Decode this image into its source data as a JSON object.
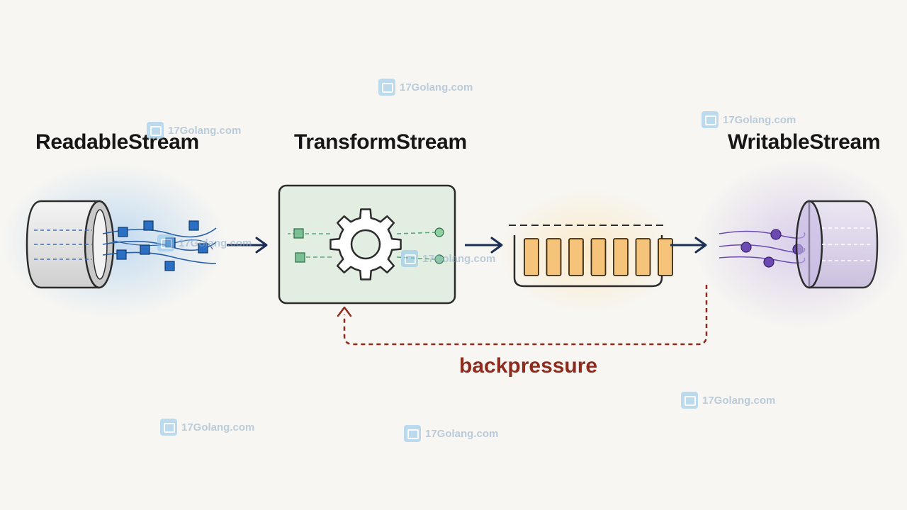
{
  "diagram": {
    "stages": [
      {
        "id": "readable",
        "title": "ReadableStream"
      },
      {
        "id": "transform",
        "title": "TransformStream"
      },
      {
        "id": "writable",
        "title": "WritableStream"
      }
    ],
    "feedback": {
      "label": "backpressure"
    },
    "queue": {
      "chunk_count": 7
    },
    "flows": [
      {
        "from": "readable",
        "to": "transform"
      },
      {
        "from": "transform",
        "to": "queue"
      },
      {
        "from": "queue",
        "to": "writable"
      },
      {
        "from": "writable",
        "to": "transform",
        "label": "backpressure",
        "style": "dashed"
      }
    ]
  },
  "watermark": {
    "text": "17Golang.com"
  },
  "colors": {
    "readable": "#2a6fc1",
    "transform": "#5ea77a",
    "queue": "#f5c37a",
    "writable": "#6b4ab2",
    "arrow": "#1b2f55",
    "backpressure": "#8f2b1d"
  }
}
